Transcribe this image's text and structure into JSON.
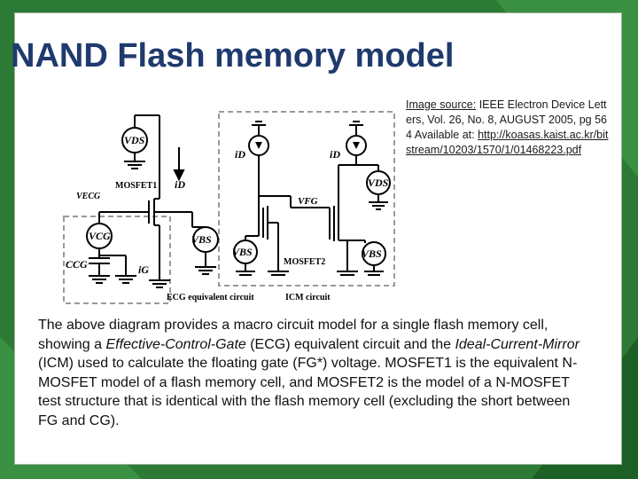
{
  "slide": {
    "title": "NAND Flash memory model",
    "colors": {
      "title": "#1f3a6e",
      "background": "#1f6b2a",
      "card": "#ffffff"
    }
  },
  "source": {
    "label": "Image source:",
    "citation": "IEEE Electron Device Letters, Vol. 26, No. 8, AUGUST 2005, pg 564 Available at:",
    "url": "http://koasas.kaist.ac.kr/bitstream/10203/1570/1/01468223.pdf"
  },
  "description": {
    "p1": "The above diagram provides a macro circuit model for a single flash memory cell, showing a ",
    "ecg": "Effective-Control-Gate",
    "p2": " (ECG) equivalent circuit and the ",
    "icm": "Ideal-Current-Mirror",
    "p3": " (ICM) used to calculate the floating gate (FG*) voltage. MOSFET1 is the equivalent N-MOSFET model of a flash memory cell, and MOSFET2 is the model of a N-MOSFET test structure that is identical with the flash memory cell (excluding the short between FG and CG)."
  },
  "circuit": {
    "vds": "VDS",
    "mosfet1": "MOSFET1",
    "id": "iD",
    "vecg": "VECG",
    "vcg": "VCG",
    "vbs": "VBS",
    "ccg": "CCG",
    "ig": "iG",
    "vfg": "VFG",
    "mosfet2": "MOSFET2",
    "ecg_label": "ECG equivalent circuit",
    "icm_label": "ICM circuit"
  }
}
